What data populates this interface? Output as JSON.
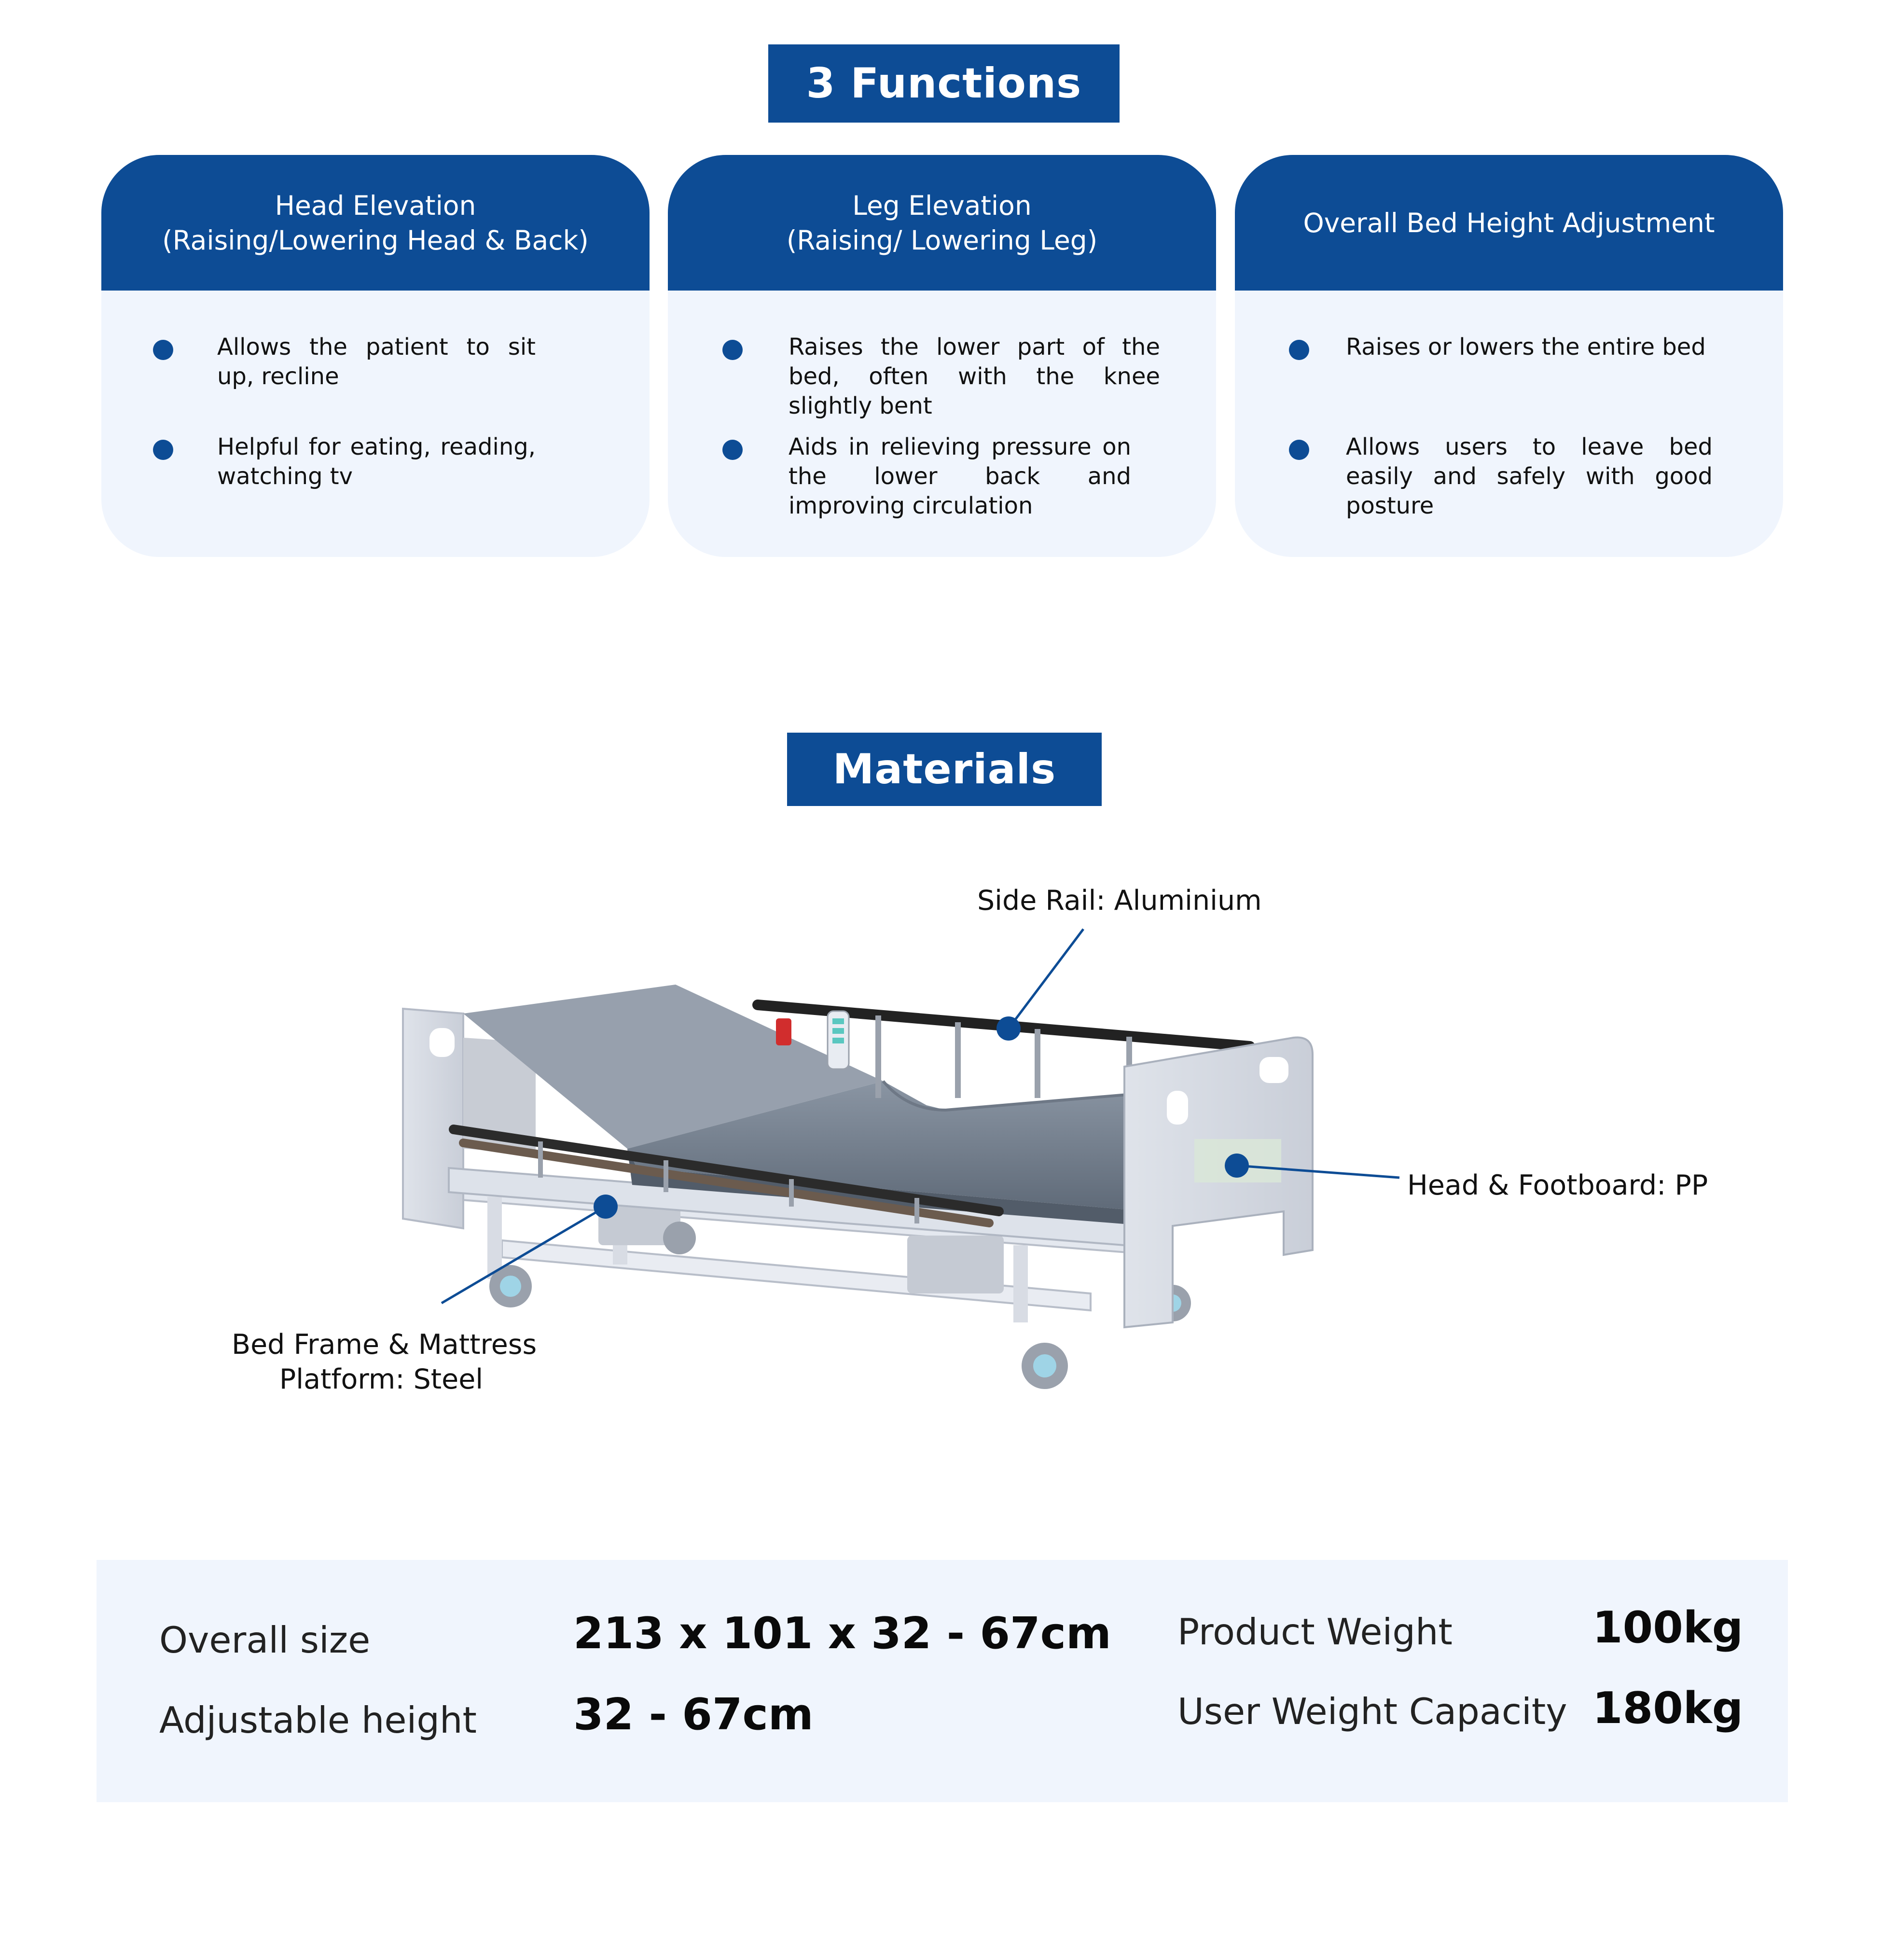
{
  "functions_section": {
    "title": "3 Functions",
    "cards": [
      {
        "title_lines": [
          "Head Elevation",
          "(Raising/Lowering Head & Back)"
        ],
        "bullets": [
          "Allows the patient to sit up, recline",
          "Helpful for eating, reading, watching tv"
        ]
      },
      {
        "title_lines": [
          "Leg Elevation",
          "(Raising/ Lowering Leg)"
        ],
        "bullets": [
          "Raises the lower part of the bed, often with the knee slightly bent",
          "Aids in relieving pressure on the lower back and improving circulation"
        ]
      },
      {
        "title_lines": [
          "Overall Bed Height Adjustment"
        ],
        "bullets": [
          "Raises or lowers the entire bed",
          "Allows users to leave bed easily and safely with good posture"
        ]
      }
    ]
  },
  "materials_section": {
    "title": "Materials",
    "callouts": {
      "side_rail": "Side Rail: Aluminium",
      "boards": "Head & Footboard: PP",
      "frame_line1": "Bed Frame & Mattress",
      "frame_line2": "Platform: Steel"
    }
  },
  "specs": {
    "overall_size_label": "Overall size",
    "overall_size_value": "213 x 101 x 32 - 67cm",
    "adjustable_height_label": "Adjustable height",
    "adjustable_height_value": "32 - 67cm",
    "product_weight_label": "Product Weight",
    "product_weight_value": "100kg",
    "user_capacity_label": "User Weight Capacity",
    "user_capacity_value": "180kg"
  },
  "colors": {
    "brand_blue": "#0d4c95",
    "card_bg": "#f0f5fd"
  }
}
